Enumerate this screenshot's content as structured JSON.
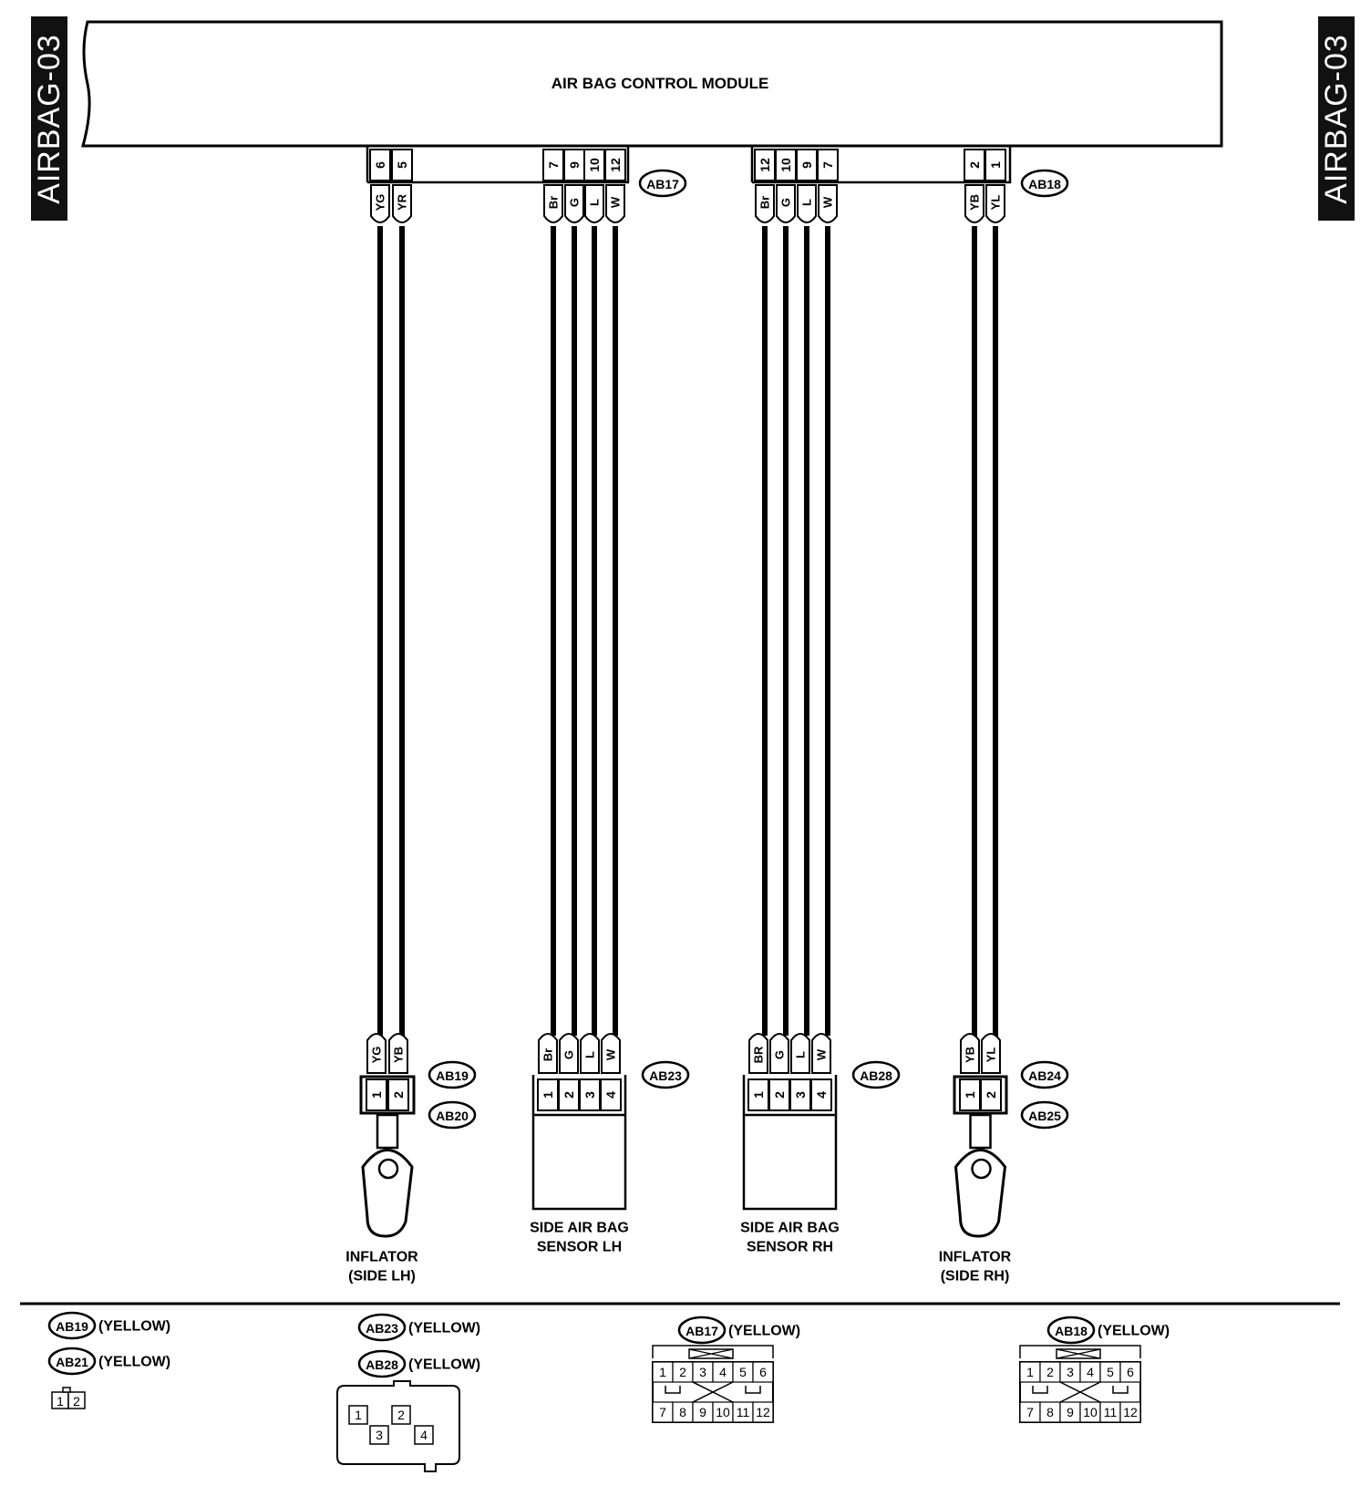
{
  "side_tab": {
    "left": "AIRBAG-03",
    "right": "AIRBAG-03"
  },
  "module": {
    "title": "AIR BAG CONTROL MODULE"
  },
  "connectors": {
    "ab17": {
      "id": "AB17",
      "pins": [
        "6",
        "5",
        "7",
        "9",
        "10",
        "12"
      ],
      "wires": [
        "YG",
        "YR",
        "Br",
        "G",
        "L",
        "W"
      ]
    },
    "ab18": {
      "id": "AB18",
      "pins": [
        "12",
        "10",
        "9",
        "7",
        "2",
        "1"
      ],
      "wires": [
        "Br",
        "G",
        "L",
        "W",
        "YB",
        "YL"
      ]
    }
  },
  "lower_groups": [
    {
      "comp_id": "inflator-lh",
      "wires": [
        "YG",
        "YB"
      ],
      "pins": [
        "1",
        "2"
      ],
      "badges": [
        "AB19",
        "AB20"
      ],
      "label": [
        "INFLATOR",
        "(SIDE LH)"
      ]
    },
    {
      "comp_id": "sensor-lh",
      "wires": [
        "Br",
        "G",
        "L",
        "W"
      ],
      "pins": [
        "1",
        "2",
        "3",
        "4"
      ],
      "badges": [
        "AB23"
      ],
      "label": [
        "SIDE AIR BAG",
        "SENSOR LH"
      ]
    },
    {
      "comp_id": "sensor-rh",
      "wires": [
        "BR",
        "G",
        "L",
        "W"
      ],
      "pins": [
        "1",
        "2",
        "3",
        "4"
      ],
      "badges": [
        "AB28"
      ],
      "label": [
        "SIDE AIR BAG",
        "SENSOR RH"
      ]
    },
    {
      "comp_id": "inflator-rh",
      "wires": [
        "YB",
        "YL"
      ],
      "pins": [
        "1",
        "2"
      ],
      "badges": [
        "AB24",
        "AB25"
      ],
      "label": [
        "INFLATOR",
        "(SIDE RH)"
      ]
    }
  ],
  "legend": [
    {
      "id": "legend-2pin",
      "items": [
        {
          "badge": "AB19",
          "color": "(YELLOW)"
        },
        {
          "badge": "AB21",
          "color": "(YELLOW)"
        }
      ],
      "face": [
        "1",
        "2"
      ]
    },
    {
      "id": "legend-4pin",
      "items": [
        {
          "badge": "AB23",
          "color": "(YELLOW)"
        },
        {
          "badge": "AB28",
          "color": "(YELLOW)"
        }
      ],
      "face": [
        "1",
        "2",
        "3",
        "4"
      ]
    },
    {
      "id": "legend-ab17",
      "items": [
        {
          "badge": "AB17",
          "color": "(YELLOW)"
        }
      ],
      "face_top": [
        "1",
        "2",
        "3",
        "4",
        "5",
        "6"
      ],
      "face_bottom": [
        "7",
        "8",
        "9",
        "10",
        "11",
        "12"
      ]
    },
    {
      "id": "legend-ab18",
      "items": [
        {
          "badge": "AB18",
          "color": "(YELLOW)"
        }
      ],
      "face_top": [
        "1",
        "2",
        "3",
        "4",
        "5",
        "6"
      ],
      "face_bottom": [
        "7",
        "8",
        "9",
        "10",
        "11",
        "12"
      ]
    }
  ]
}
